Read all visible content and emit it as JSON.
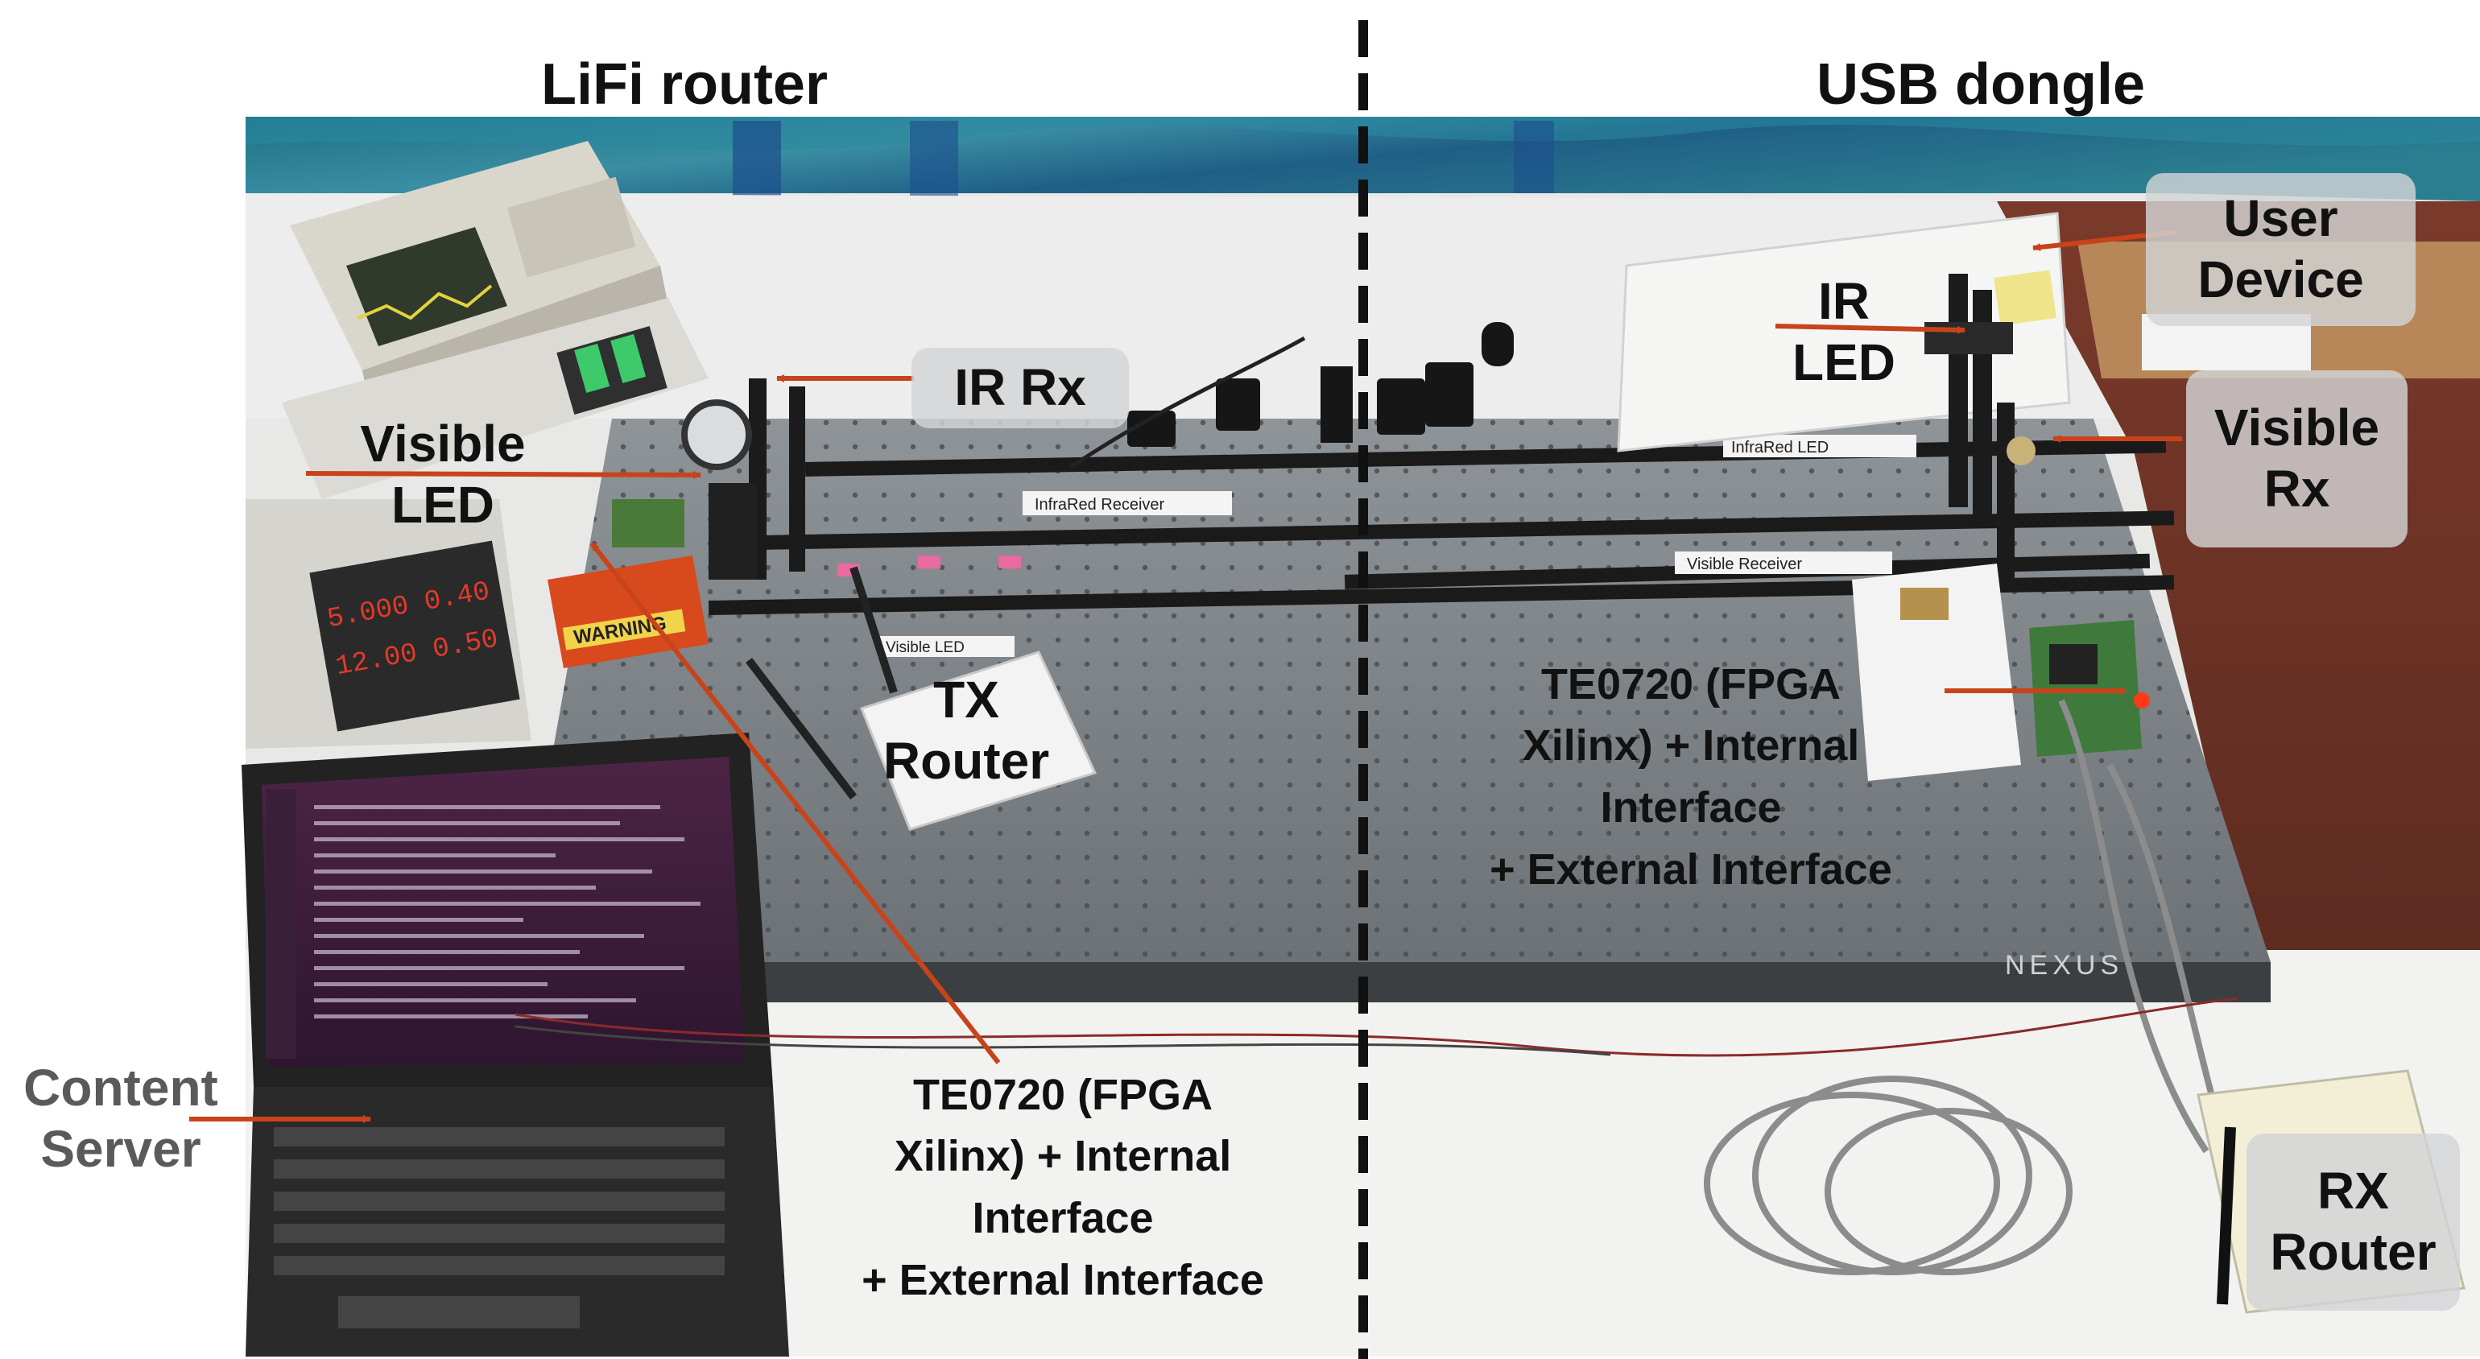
{
  "headers": {
    "left": "LiFi router",
    "right": "USB dongle"
  },
  "labels": {
    "ir_rx": "IR Rx",
    "visible_led": [
      "Visible",
      "LED"
    ],
    "tx_router": [
      "TX",
      "Router"
    ],
    "fpga_left": [
      "TE0720 (FPGA",
      "Xilinx) + Internal",
      "Interface",
      "+ External Interface"
    ],
    "content_server": [
      "Content",
      "Server"
    ],
    "ir_led": [
      "IR",
      "LED"
    ],
    "user_device": [
      "User",
      "Device"
    ],
    "visible_rx": [
      "Visible",
      "Rx"
    ],
    "fpga_right": [
      "TE0720 (FPGA",
      "Xilinx) + Internal",
      "Interface",
      "+ External Interface"
    ],
    "rx_router": [
      "RX",
      "Router"
    ]
  },
  "photo_text": {
    "infrared_receiver": "InfraRed Receiver",
    "infrared_led": "InfraRed LED",
    "visible_receiver": "Visible Receiver",
    "visible_led_tag": "Visible LED",
    "warning": "WARNING",
    "table_brand": "NEXUS"
  },
  "colors": {
    "arrow": "#c8431a",
    "divider": "#111111",
    "label_box": "#d2d4d6"
  }
}
